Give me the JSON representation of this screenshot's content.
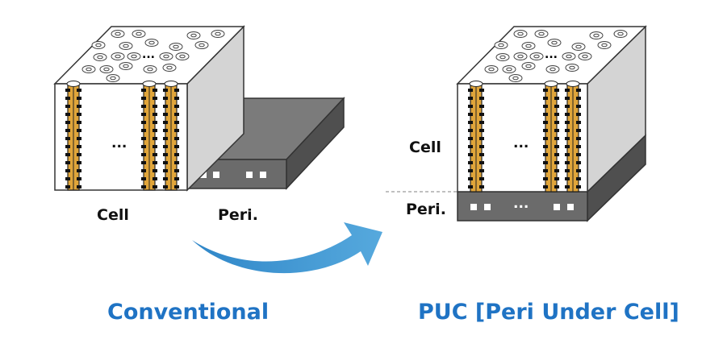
{
  "conventional": {
    "cell_label": "Cell",
    "peri_label": "Peri.",
    "ellipsis": "...",
    "title": "Conventional"
  },
  "puc": {
    "cell_label": "Cell",
    "peri_label": "Peri.",
    "ellipsis": "...",
    "title": "PUC [Peri Under Cell]"
  },
  "colors": {
    "title_blue": "#1f73c4",
    "arrow_blue": "#3f97d4",
    "pillar_gold": "#e0a53a",
    "peri_dark": "#6e6e6e"
  }
}
